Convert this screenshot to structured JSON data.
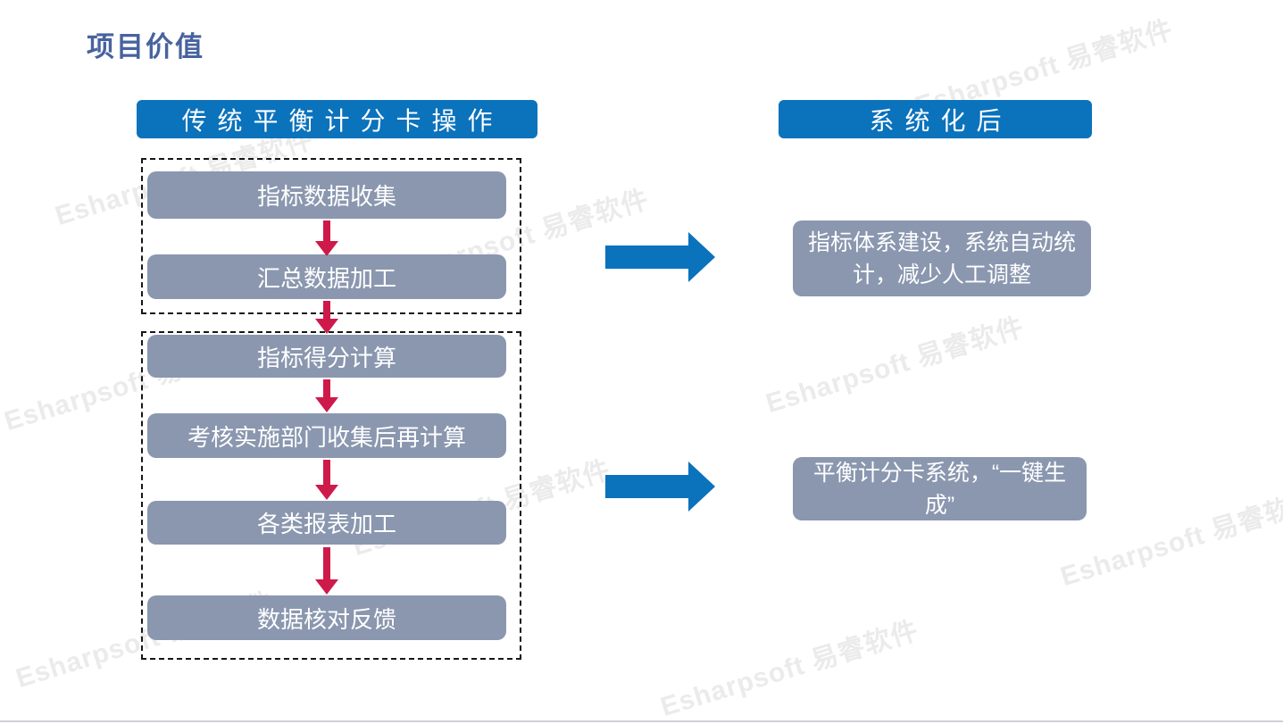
{
  "slide": {
    "title": "项目价值"
  },
  "left": {
    "header": "传统平衡计分卡操作",
    "group1_steps": [
      "指标数据收集",
      "汇总数据加工"
    ],
    "group2_steps": [
      "指标得分计算",
      "考核实施部门收集后再计算",
      "各类报表加工",
      "数据核对反馈"
    ]
  },
  "right": {
    "header": "系统化后",
    "benefit1": "指标体系建设，系统自动统计，减少人工调整",
    "benefit2": "平衡计分卡系统，“一键生成”"
  },
  "watermark": {
    "text": "Esharpsoft 易睿软件"
  },
  "colors": {
    "header_blue": "#0b72bc",
    "box_gray": "#8a97af",
    "arrow_red": "#ce1a4a",
    "arrow_blue": "#0b72bc",
    "title_blue": "#47639f",
    "watermark_gray": "#ebebeb"
  }
}
